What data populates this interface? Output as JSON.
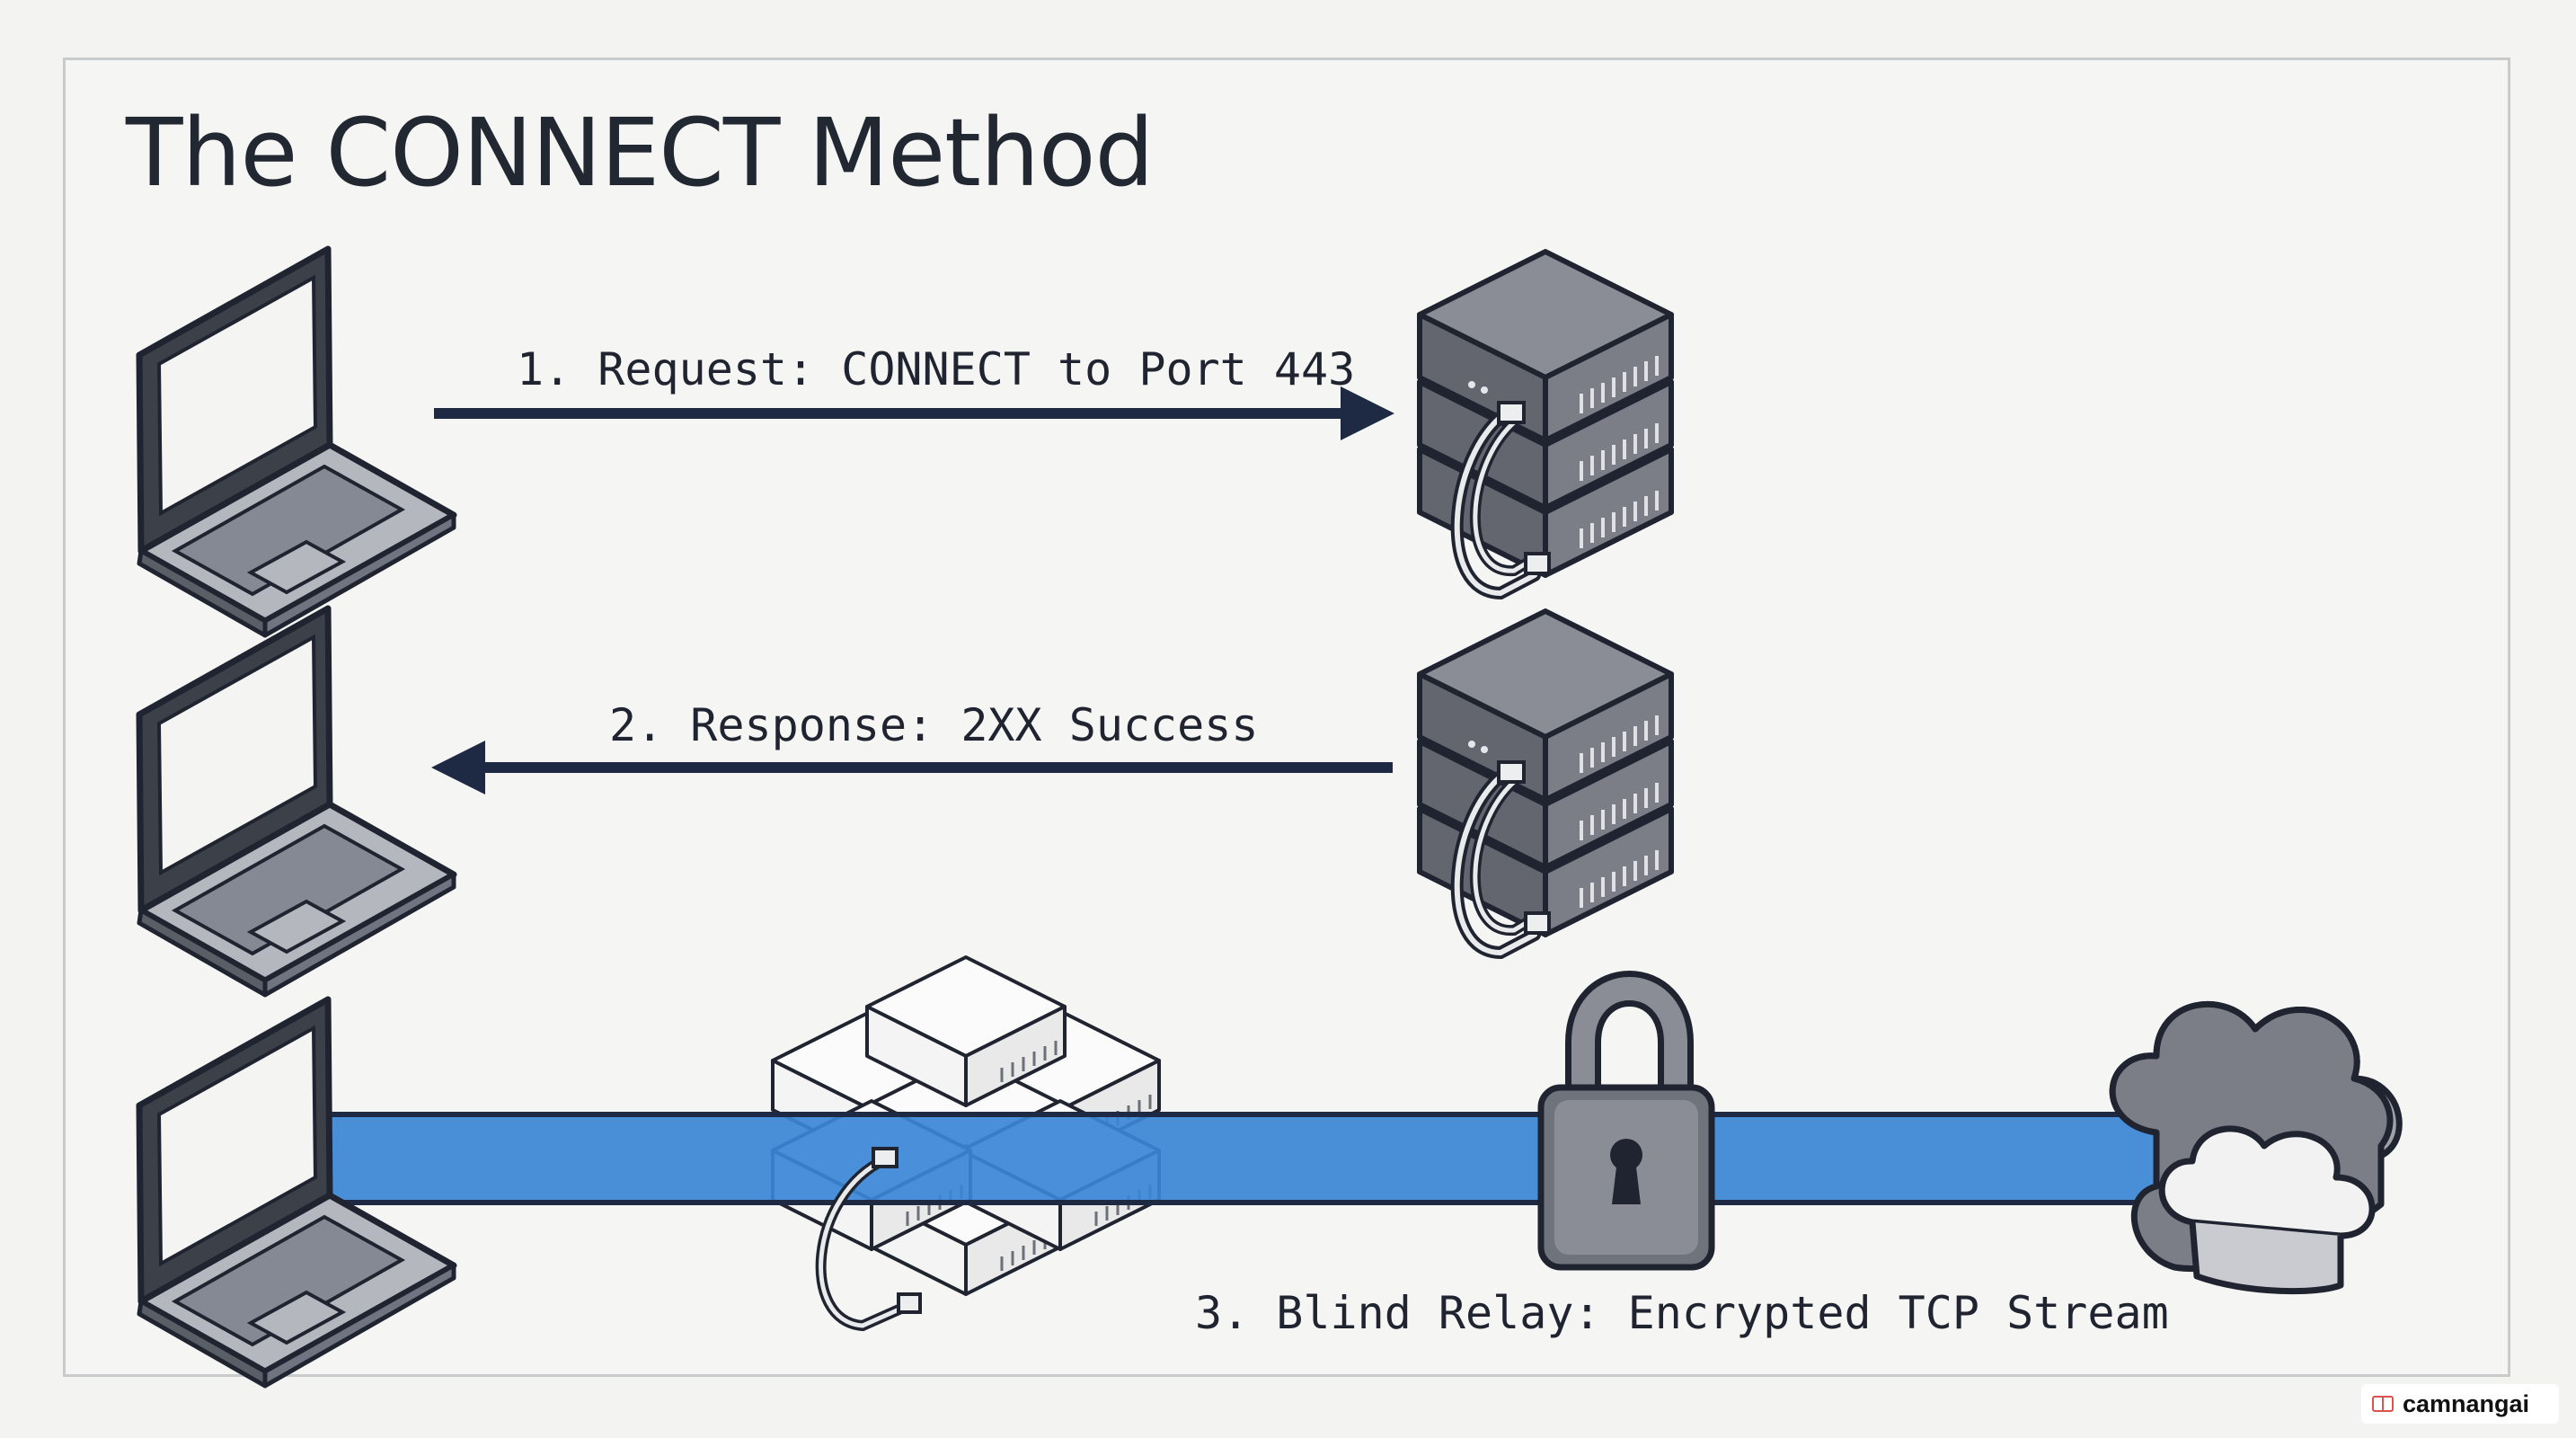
{
  "title": "The CONNECT Method",
  "steps": {
    "request": "1. Request: CONNECT to Port 443",
    "response": "2. Response: 2XX Success",
    "relay": "3. Blind Relay: Encrypted TCP Stream"
  },
  "icons": {
    "client": "laptop-icon",
    "proxy": "server-icon",
    "proxy_cluster": "server-cluster-icon",
    "lock": "padlock-icon",
    "destination": "cloud-icon"
  },
  "colors": {
    "ink": "#1e2a44",
    "tunnel": "#3a86d6",
    "panel": "#5d6068",
    "background": "#f5f5f3"
  },
  "watermark": "camnangai"
}
